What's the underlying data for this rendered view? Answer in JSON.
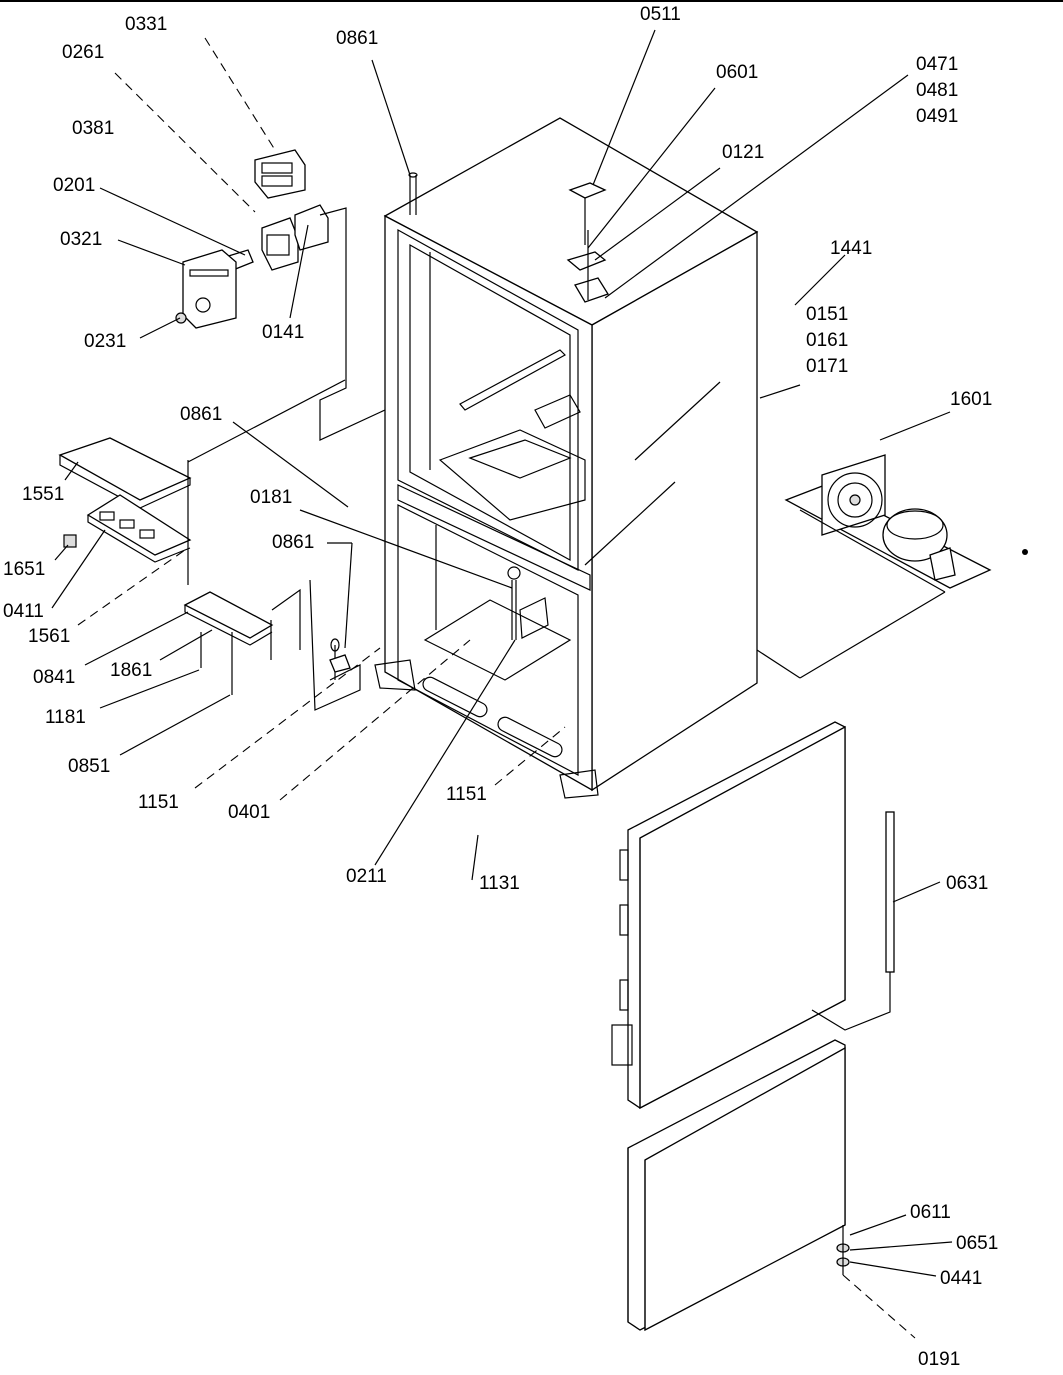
{
  "labels": {
    "l0331": "0331",
    "l0261": "0261",
    "l0381": "0381",
    "l0201": "0201",
    "l0321": "0321",
    "l0231": "0231",
    "l0141": "0141",
    "l0861a": "0861",
    "l0511": "0511",
    "l0601": "0601",
    "l0471": "0471",
    "l0481": "0481",
    "l0491": "0491",
    "l0121": "0121",
    "l1441": "1441",
    "l0151": "0151",
    "l0161": "0161",
    "l0171": "0171",
    "l1601": "1601",
    "l0861b": "0861",
    "l1551": "1551",
    "l0181": "0181",
    "l0861c": "0861",
    "l1651": "1651",
    "l0411": "0411",
    "l1561": "1561",
    "l0841": "0841",
    "l1861": "1861",
    "l1181": "1181",
    "l0851": "0851",
    "l1151a": "1151",
    "l0401": "0401",
    "l1151b": "1151",
    "l0211": "0211",
    "l1131": "1131",
    "l0631": "0631",
    "l0611": "0611",
    "l0651": "0651",
    "l0441": "0441",
    "l0191": "0191"
  }
}
